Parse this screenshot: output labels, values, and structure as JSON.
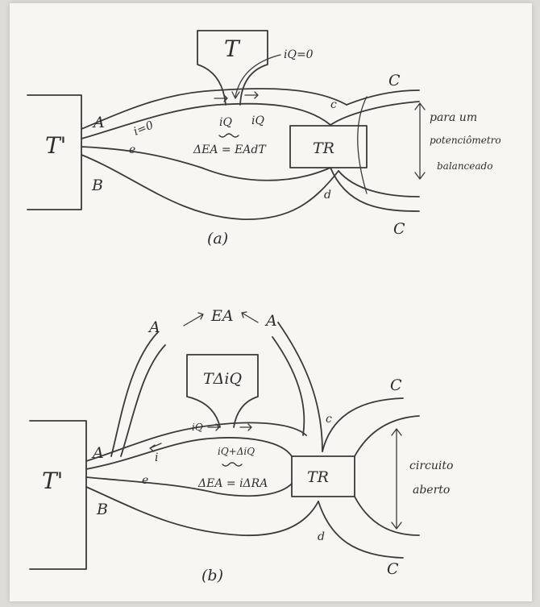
{
  "diagram_a": {
    "caption": "(a)",
    "ref_block": "T'",
    "hot_block": "T",
    "junction_block": "TR",
    "wires": {
      "a": "A",
      "b": "B",
      "c_top": "C",
      "c_bottom": "C",
      "c_junction": "c",
      "d_junction": "d",
      "e_point": "e"
    },
    "current_top": "iQ=0",
    "current_left": "i=0",
    "current_right_a": "iQ",
    "current_right_b": "iQ",
    "equation": "ΔEA = EAdT",
    "side_note": [
      "para um",
      "potenciômetro",
      "balanceado"
    ]
  },
  "diagram_b": {
    "caption": "(b)",
    "ref_block": "T'",
    "hot_block": "TΔiQ",
    "junction_block": "TR",
    "wires": {
      "a_left": "A",
      "a_right": "A",
      "a_junction": "A",
      "b": "B",
      "c_top": "C",
      "c_bottom": "C",
      "c_junction": "c",
      "d_junction": "d",
      "e_point": "e"
    },
    "emf_label": "EA",
    "current_i": "i",
    "current_iq": "iQ",
    "current_sum": "iQ+ΔiQ",
    "equation": "ΔEA = iΔRA",
    "side_note": [
      "circuito",
      "aberto"
    ]
  }
}
